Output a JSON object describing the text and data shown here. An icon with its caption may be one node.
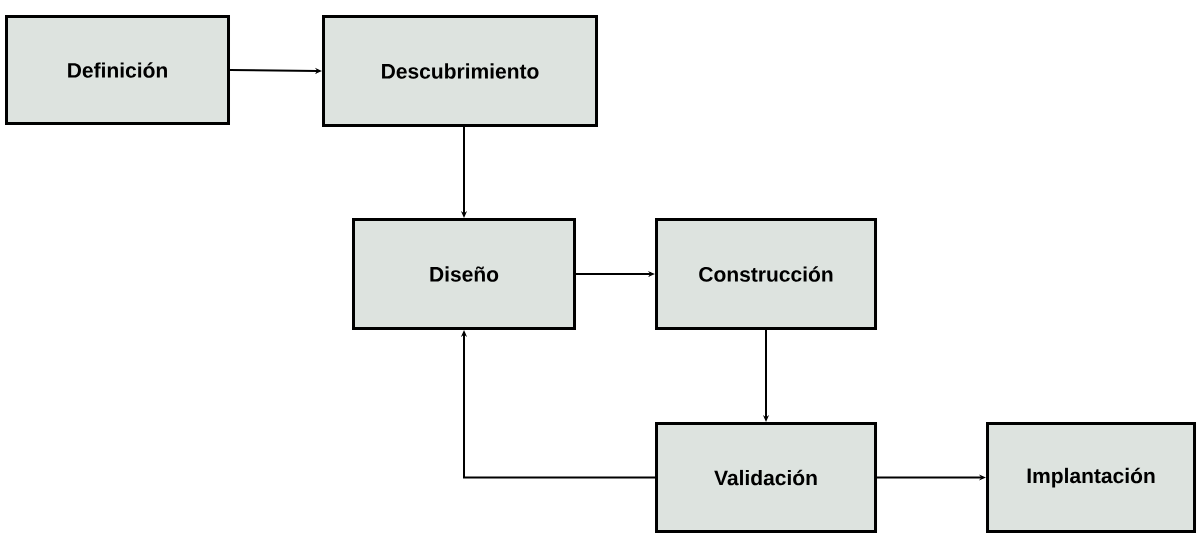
{
  "diagram": {
    "nodes": [
      {
        "text": [
          "Definición"
        ]
      },
      {
        "text": [
          "Descubrimiento"
        ]
      },
      {
        "text": [
          "Diseño"
        ]
      },
      {
        "text": [
          "Construcción"
        ]
      },
      {
        "text": [
          "Validación"
        ]
      },
      {
        "text": [
          "Implantación"
        ]
      }
    ],
    "edges": [
      {
        "from": 0,
        "to": 1,
        "arrow": "to"
      },
      {
        "from": 1,
        "to": 2,
        "arrow": "to"
      },
      {
        "from": 2,
        "to": 3,
        "arrow": "to"
      },
      {
        "from": 3,
        "to": 4,
        "arrow": "to"
      },
      {
        "from": 4,
        "to": 2,
        "arrow": "to"
      },
      {
        "from": 4,
        "to": 5,
        "arrow": "to"
      }
    ]
  }
}
